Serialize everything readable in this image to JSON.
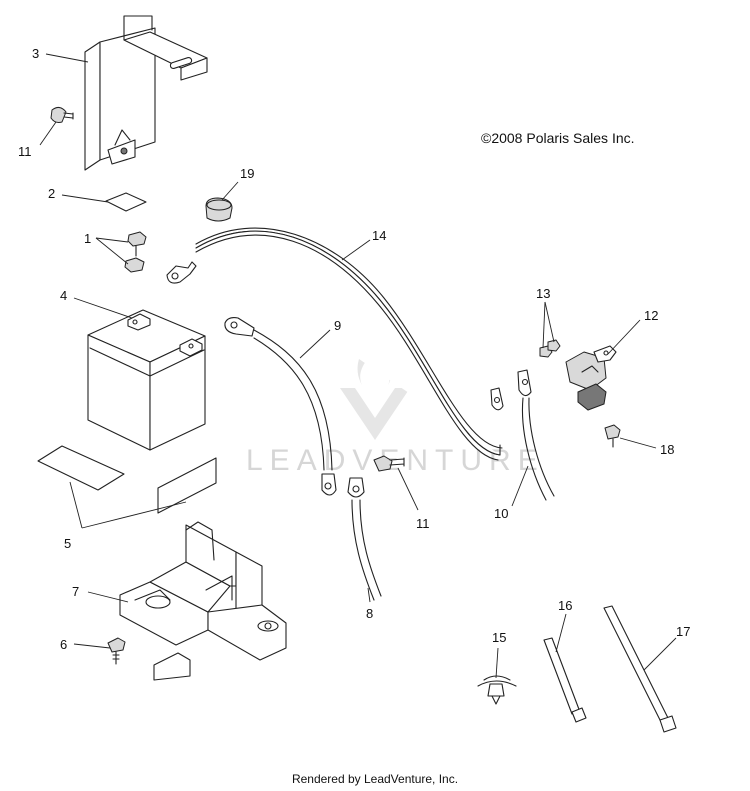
{
  "diagram": {
    "copyright": "©2008 Polaris Sales Inc.",
    "watermark": "LEADVENTURE",
    "footer": "Rendered by LeadVenture, Inc.",
    "callouts": {
      "c1": "1",
      "c2": "2",
      "c3": "3",
      "c4": "4",
      "c5": "5",
      "c6": "6",
      "c7": "7",
      "c8": "8",
      "c9": "9",
      "c10": "10",
      "c11a": "11",
      "c11b": "11",
      "c12": "12",
      "c13": "13",
      "c14": "14",
      "c15": "15",
      "c16": "16",
      "c17": "17",
      "c18": "18",
      "c19": "19"
    }
  }
}
